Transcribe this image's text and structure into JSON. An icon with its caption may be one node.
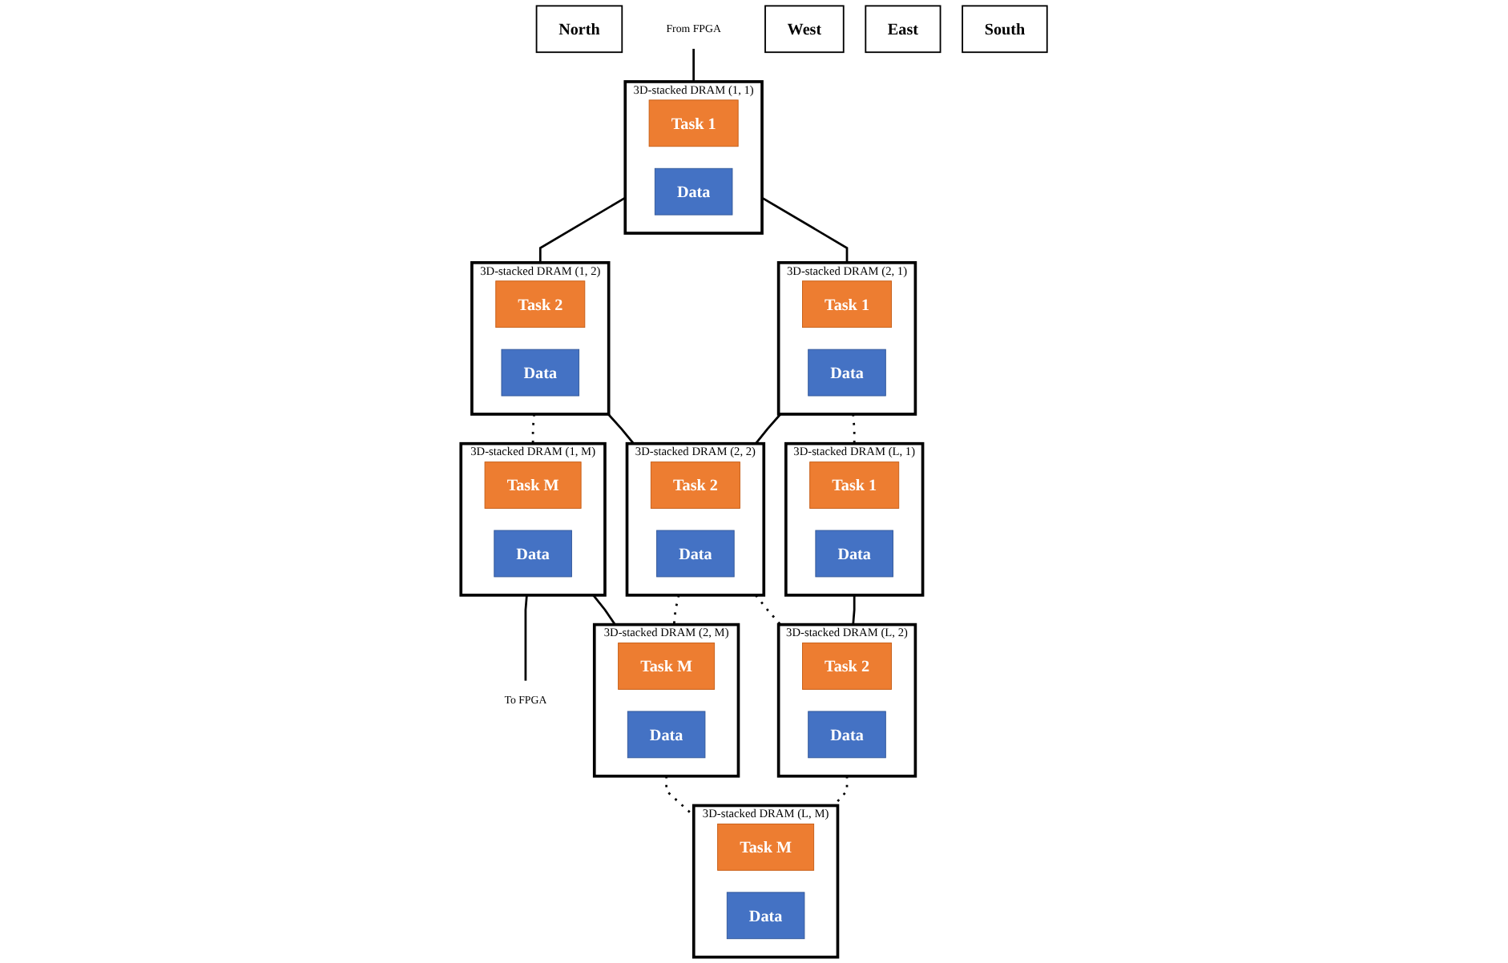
{
  "diagram": {
    "nodes": [
      {
        "text": [
          "North"
        ]
      },
      {
        "text": [
          "From FPGA"
        ]
      },
      {
        "text": [
          "3D-stacked DRAM (1, 1)"
        ]
      },
      {
        "text": [
          "Task 1"
        ],
        "in": 2
      },
      {
        "text": [
          "Data"
        ],
        "in": 2
      },
      {
        "text": [
          "3D-stacked DRAM (1, 2)"
        ]
      },
      {
        "text": [
          "Task 2"
        ],
        "in": 5
      },
      {
        "text": [
          "Data"
        ],
        "in": 5
      },
      {
        "text": [
          "3D-stacked DRAM (1, M)"
        ]
      },
      {
        "text": [
          "Task M"
        ],
        "in": 8
      },
      {
        "text": [
          "Data"
        ],
        "in": 8
      },
      {
        "text": [
          "To FPGA"
        ]
      },
      {
        "text": [
          "West"
        ]
      },
      {
        "text": [
          "3D-stacked DRAM (2, 1)"
        ]
      },
      {
        "text": [
          "Task 1"
        ],
        "in": 13
      },
      {
        "text": [
          "Data"
        ],
        "in": 13
      },
      {
        "text": [
          "3D-stacked DRAM (2, 2)"
        ]
      },
      {
        "text": [
          "Task 2"
        ],
        "in": 16
      },
      {
        "text": [
          "Data"
        ],
        "in": 16
      },
      {
        "text": [
          "3D-stacked DRAM (2, M)"
        ]
      },
      {
        "text": [
          "Task M"
        ],
        "in": 19
      },
      {
        "text": [
          "Data"
        ],
        "in": 19
      },
      {
        "text": [
          "East"
        ]
      },
      {
        "text": [
          "3D-stacked DRAM (L, 1)"
        ]
      },
      {
        "text": [
          "Task 1"
        ],
        "in": 23
      },
      {
        "text": [
          "Data"
        ],
        "in": 23
      },
      {
        "text": [
          "3D-stacked DRAM (L, 2)"
        ]
      },
      {
        "text": [
          "Task 2"
        ],
        "in": 26
      },
      {
        "text": [
          "Data"
        ],
        "in": 26
      },
      {
        "text": [
          "3D-stacked DRAM (L, M)"
        ]
      },
      {
        "text": [
          "Task M"
        ],
        "in": 29
      },
      {
        "text": [
          "Data"
        ],
        "in": 29
      },
      {
        "text": [
          "South"
        ]
      }
    ],
    "edges": [
      {
        "from": 1,
        "to": 2,
        "arrow": "none"
      },
      {
        "from": 2,
        "to": 5,
        "arrow": "none"
      },
      {
        "from": 5,
        "to": 8,
        "arrow": "none",
        "style": "dashed"
      },
      {
        "from": 8,
        "to": 11,
        "arrow": "none"
      },
      {
        "from": 2,
        "to": 13,
        "arrow": "none"
      },
      {
        "from": 5,
        "to": 16,
        "arrow": "none"
      },
      {
        "from": 8,
        "to": 19,
        "arrow": "none"
      },
      {
        "from": 13,
        "to": 16,
        "arrow": "none"
      },
      {
        "from": 16,
        "to": 19,
        "arrow": "none",
        "style": "dashed"
      },
      {
        "from": 13,
        "to": 23,
        "arrow": "none",
        "style": "dashed"
      },
      {
        "from": 16,
        "to": 26,
        "arrow": "none",
        "style": "dashed"
      },
      {
        "from": 19,
        "to": 29,
        "arrow": "none",
        "style": "dashed"
      },
      {
        "from": 23,
        "to": 26,
        "arrow": "none"
      },
      {
        "from": 26,
        "to": 29,
        "arrow": "none",
        "style": "dashed"
      }
    ]
  }
}
